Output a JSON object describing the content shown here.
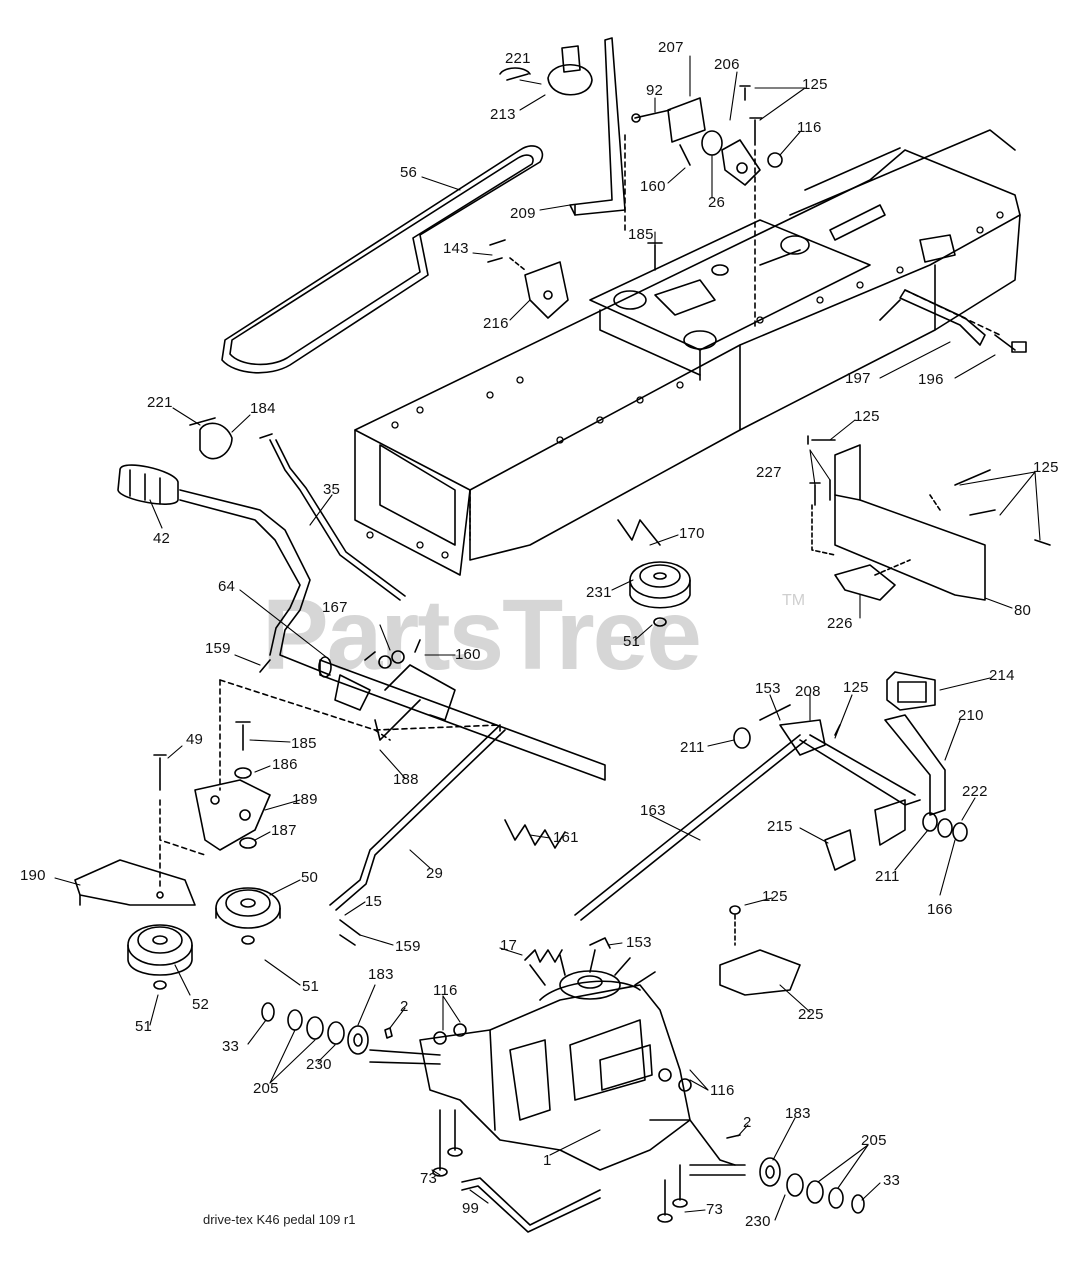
{
  "watermark": {
    "text": "PartsTree",
    "tm": "TM"
  },
  "footer": "drive-tex K46 pedal 109 r1",
  "callouts": [
    {
      "id": "c221a",
      "text": "221"
    },
    {
      "id": "c213",
      "text": "213"
    },
    {
      "id": "c207",
      "text": "207"
    },
    {
      "id": "c206",
      "text": "206"
    },
    {
      "id": "c125a",
      "text": "125"
    },
    {
      "id": "c92",
      "text": "92"
    },
    {
      "id": "c116a",
      "text": "116"
    },
    {
      "id": "c160a",
      "text": "160"
    },
    {
      "id": "c26",
      "text": "26"
    },
    {
      "id": "c56",
      "text": "56"
    },
    {
      "id": "c209",
      "text": "209"
    },
    {
      "id": "c185a",
      "text": "185"
    },
    {
      "id": "c143",
      "text": "143"
    },
    {
      "id": "c216",
      "text": "216"
    },
    {
      "id": "c197",
      "text": "197"
    },
    {
      "id": "c196",
      "text": "196"
    },
    {
      "id": "c221b",
      "text": "221"
    },
    {
      "id": "c184",
      "text": "184"
    },
    {
      "id": "c125b",
      "text": "125"
    },
    {
      "id": "c227",
      "text": "227"
    },
    {
      "id": "c125c",
      "text": "125"
    },
    {
      "id": "c35",
      "text": "35"
    },
    {
      "id": "c42",
      "text": "42"
    },
    {
      "id": "c170",
      "text": "170"
    },
    {
      "id": "c231",
      "text": "231"
    },
    {
      "id": "c51a",
      "text": "51"
    },
    {
      "id": "c64",
      "text": "64"
    },
    {
      "id": "c167",
      "text": "167"
    },
    {
      "id": "c160b",
      "text": "160"
    },
    {
      "id": "c159a",
      "text": "159"
    },
    {
      "id": "c226",
      "text": "226"
    },
    {
      "id": "c80",
      "text": "80"
    },
    {
      "id": "c214",
      "text": "214"
    },
    {
      "id": "c153a",
      "text": "153"
    },
    {
      "id": "c208",
      "text": "208"
    },
    {
      "id": "c125d",
      "text": "125"
    },
    {
      "id": "c210",
      "text": "210"
    },
    {
      "id": "c211a",
      "text": "211"
    },
    {
      "id": "c49",
      "text": "49"
    },
    {
      "id": "c185b",
      "text": "185"
    },
    {
      "id": "c186",
      "text": "186"
    },
    {
      "id": "c188",
      "text": "188"
    },
    {
      "id": "c189",
      "text": "189"
    },
    {
      "id": "c163",
      "text": "163"
    },
    {
      "id": "c222",
      "text": "222"
    },
    {
      "id": "c187",
      "text": "187"
    },
    {
      "id": "c161",
      "text": "161"
    },
    {
      "id": "c215",
      "text": "215"
    },
    {
      "id": "c211b",
      "text": "211"
    },
    {
      "id": "c166",
      "text": "166"
    },
    {
      "id": "c190",
      "text": "190"
    },
    {
      "id": "c50",
      "text": "50"
    },
    {
      "id": "c29",
      "text": "29"
    },
    {
      "id": "c15",
      "text": "15"
    },
    {
      "id": "c159b",
      "text": "159"
    },
    {
      "id": "c125e",
      "text": "125"
    },
    {
      "id": "c17",
      "text": "17"
    },
    {
      "id": "c153b",
      "text": "153"
    },
    {
      "id": "c51b",
      "text": "51"
    },
    {
      "id": "c52",
      "text": "52"
    },
    {
      "id": "c51c",
      "text": "51"
    },
    {
      "id": "c183a",
      "text": "183"
    },
    {
      "id": "c116b",
      "text": "116"
    },
    {
      "id": "c2a",
      "text": "2"
    },
    {
      "id": "c225",
      "text": "225"
    },
    {
      "id": "c33a",
      "text": "33"
    },
    {
      "id": "c205a",
      "text": "205"
    },
    {
      "id": "c230a",
      "text": "230"
    },
    {
      "id": "c116c",
      "text": "116"
    },
    {
      "id": "c2b",
      "text": "2"
    },
    {
      "id": "c183b",
      "text": "183"
    },
    {
      "id": "c205b",
      "text": "205"
    },
    {
      "id": "c1",
      "text": "1"
    },
    {
      "id": "c73a",
      "text": "73"
    },
    {
      "id": "c33b",
      "text": "33"
    },
    {
      "id": "c99",
      "text": "99"
    },
    {
      "id": "c73b",
      "text": "73"
    },
    {
      "id": "c230b",
      "text": "230"
    }
  ]
}
